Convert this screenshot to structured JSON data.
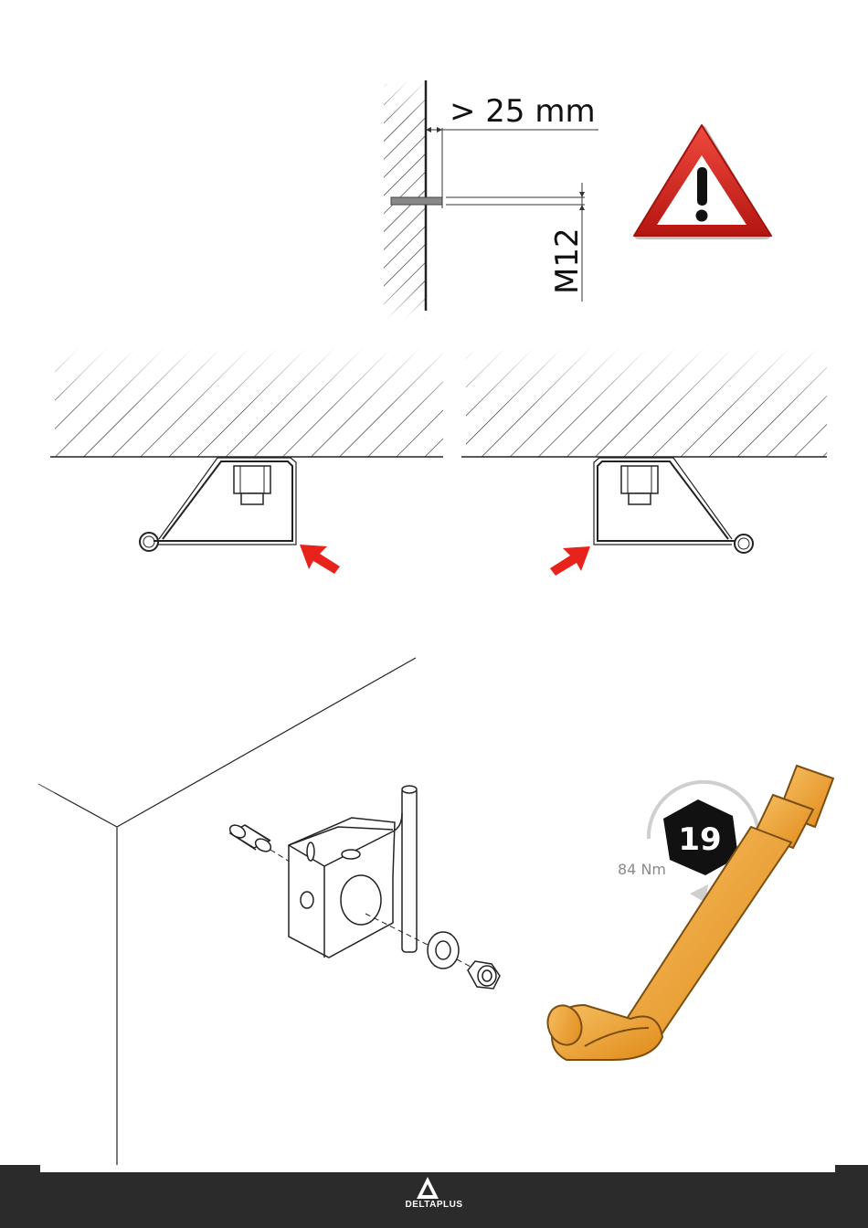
{
  "dimension": {
    "distance_label": "> 25 mm",
    "thread_label": "M12"
  },
  "torque": {
    "wrench_size": "19",
    "torque_label": "84 Nm"
  },
  "footer": {
    "brand": "DELTAPLUS"
  },
  "colors": {
    "arrow_red": "#e8231c",
    "wrench_orange": "#f0a030",
    "warning_red": "#d3201b",
    "footer_bg": "#2b2b2b"
  },
  "icons": [
    "warning-triangle-icon",
    "deltaplus-logo-icon",
    "rotation-arrow-icon"
  ]
}
